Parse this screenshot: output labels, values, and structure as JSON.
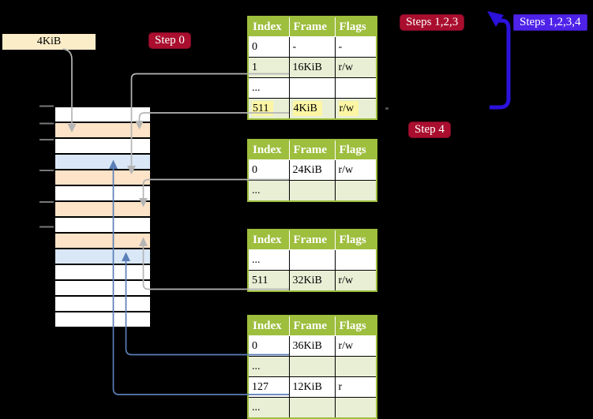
{
  "palette": {
    "table_green": "#9ebe3e",
    "row_shade": "#e9efd5",
    "hl_yellow": "#fcf6a4",
    "peach": "#fde3c7",
    "light_blue": "#d9e7f7",
    "wheat": "#fcedc9",
    "dark_red": "#a90e2e",
    "blue_label": "#4e22e8",
    "big_blue": "#2b12dc",
    "thin_blue": "#5b7fb7",
    "gray_arrow": "#b5b5b5",
    "tick_gray": "#777777"
  },
  "frame_label": "4KiB",
  "badges": {
    "step0": "Step 0",
    "steps123": "Steps 1,2,3",
    "steps1234": "Steps 1,2,3,4",
    "step4": "Step 4"
  },
  "tables": [
    {
      "id": "level4",
      "headers": [
        "Index",
        "Frame",
        "Flags"
      ],
      "rows": [
        {
          "cells": [
            "0",
            "-",
            "-"
          ],
          "shaded": false,
          "highlight": false
        },
        {
          "cells": [
            "1",
            "16KiB",
            "r/w"
          ],
          "shaded": true,
          "highlight": false
        },
        {
          "cells": [
            "...",
            "",
            ""
          ],
          "shaded": false,
          "highlight": false
        },
        {
          "cells": [
            "511",
            "4KiB",
            "r/w"
          ],
          "shaded": true,
          "highlight": true
        }
      ]
    },
    {
      "id": "level3",
      "headers": [
        "Index",
        "Frame",
        "Flags"
      ],
      "rows": [
        {
          "cells": [
            "0",
            "24KiB",
            "r/w"
          ],
          "shaded": false,
          "highlight": false
        },
        {
          "cells": [
            "...",
            "",
            ""
          ],
          "shaded": true,
          "highlight": false
        }
      ]
    },
    {
      "id": "level2",
      "headers": [
        "Index",
        "Frame",
        "Flags"
      ],
      "rows": [
        {
          "cells": [
            "...",
            "",
            ""
          ],
          "shaded": false,
          "highlight": false
        },
        {
          "cells": [
            "511",
            "32KiB",
            "r/w"
          ],
          "shaded": true,
          "highlight": false
        }
      ]
    },
    {
      "id": "level1",
      "headers": [
        "Index",
        "Frame",
        "Flags"
      ],
      "rows": [
        {
          "cells": [
            "0",
            "36KiB",
            "r/w"
          ],
          "shaded": false,
          "highlight": false
        },
        {
          "cells": [
            "...",
            "",
            ""
          ],
          "shaded": true,
          "highlight": false
        },
        {
          "cells": [
            "127",
            "12KiB",
            "r"
          ],
          "shaded": false,
          "highlight": false
        },
        {
          "cells": [
            "...",
            "",
            ""
          ],
          "shaded": true,
          "highlight": false
        }
      ]
    }
  ],
  "memory_strip": {
    "row_colors": [
      "white",
      "peach",
      "white",
      "blue",
      "peach",
      "white",
      "peach",
      "white",
      "peach",
      "blue",
      "white",
      "white",
      "white",
      "white"
    ]
  }
}
